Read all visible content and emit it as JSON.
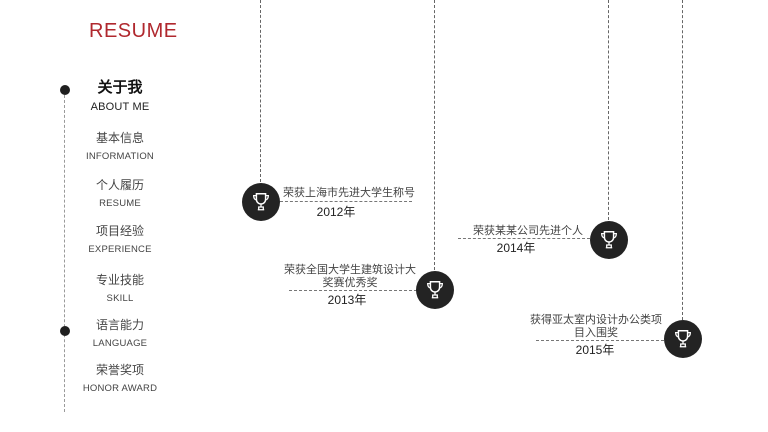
{
  "header": {
    "title": "RESUME"
  },
  "nav": {
    "items": [
      {
        "cn": "关于我",
        "en": "ABOUT ME"
      },
      {
        "cn": "基本信息",
        "en": "INFORMATION"
      },
      {
        "cn": "个人履历",
        "en": "RESUME"
      },
      {
        "cn": "项目经验",
        "en": "EXPERIENCE"
      },
      {
        "cn": "专业技能",
        "en": "SKILL"
      },
      {
        "cn": "语言能力",
        "en": "LANGUAGE"
      },
      {
        "cn": "荣誉奖项",
        "en": "HONOR  AWARD"
      }
    ]
  },
  "awards": [
    {
      "text": "荣获上海市先进大学生称号",
      "year": "2012年",
      "icon": "trophy-icon"
    },
    {
      "text_line1": "荣获全国大学生建筑设计大",
      "text_line2": "奖赛优秀奖",
      "year": "2013年",
      "icon": "trophy-icon"
    },
    {
      "text": "荣获某某公司先进个人",
      "year": "2014年",
      "icon": "trophy-icon"
    },
    {
      "text_line1": "获得亚太室内设计办公类项",
      "text_line2": "目入围奖",
      "year": "2015年",
      "icon": "trophy-icon"
    }
  ],
  "colors": {
    "accent": "#b0282e",
    "dark": "#232323"
  }
}
